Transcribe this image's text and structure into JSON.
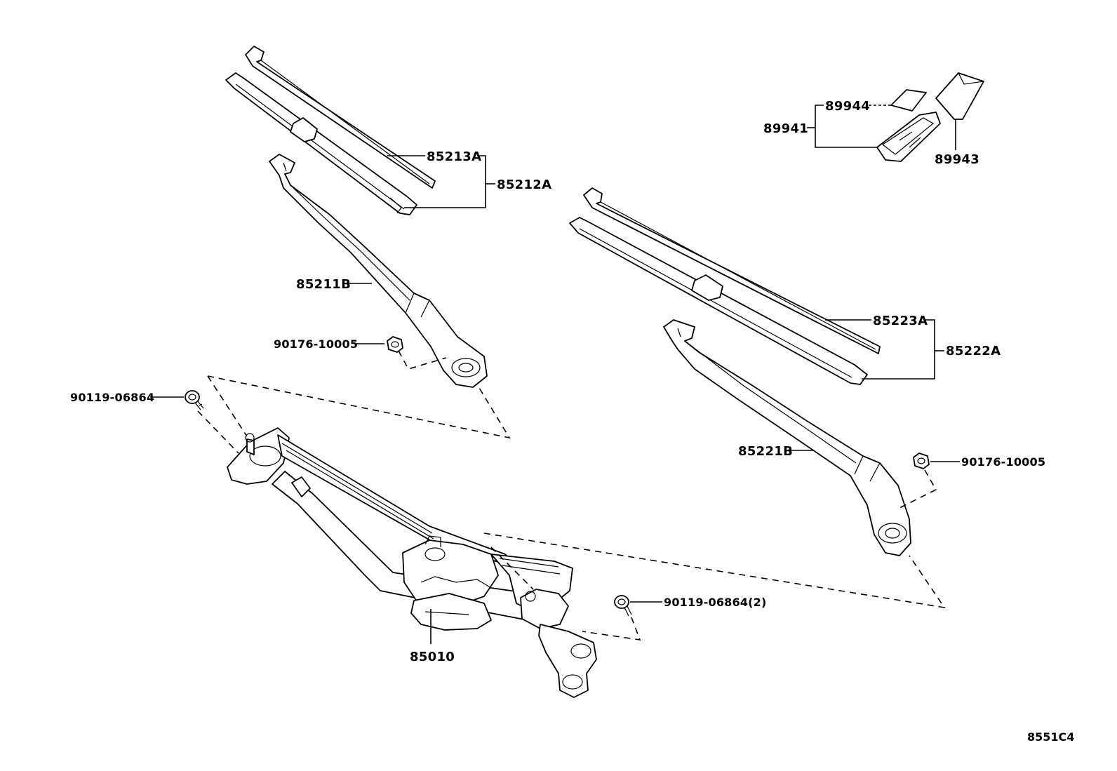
{
  "labels": {
    "p85213A": "85213A",
    "p85212A": "85212A",
    "p85211B": "85211B",
    "p90176_left": "90176-10005",
    "p90119_left": "90119-06864",
    "p85223A": "85223A",
    "p85222A": "85222A",
    "p85221B": "85221B",
    "p90176_right": "90176-10005",
    "p90119_bottom": "90119-06864(2)",
    "p85010": "85010",
    "p89944": "89944",
    "p89941": "89941",
    "p89943": "89943"
  },
  "diagram_code": "8551C4"
}
